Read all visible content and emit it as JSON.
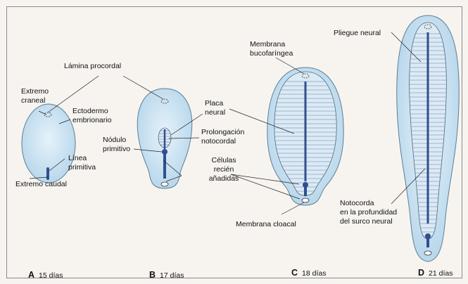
{
  "labels": {
    "lamina_procordal": "Lámina procordal",
    "extremo_craneal_1": "Extremo",
    "extremo_craneal_2": "craneal",
    "ectodermo_1": "Ectodermo",
    "ectodermo_2": "embrionario",
    "linea_primitiva_1": "Línea",
    "linea_primitiva_2": "primitiva",
    "extremo_caudal": "Extremo caudal",
    "nodulo_1": "Nódulo",
    "nodulo_2": "primitivo",
    "placa_neural_1": "Placa",
    "placa_neural_2": "neural",
    "prolongacion_1": "Prolongación",
    "prolongacion_2": "notocordal",
    "celulas_1": "Células",
    "celulas_2": "recién",
    "celulas_3": "añadidas",
    "membrana_buco_1": "Membrana",
    "membrana_buco_2": "bucofaríngea",
    "membrana_cloacal": "Membrana cloacal",
    "pliegue_neural": "Pliegue neural",
    "notocorda_1": "Notocorda",
    "notocorda_2": "en la profundidad",
    "notocorda_3": "del surco neural"
  },
  "stages": [
    {
      "letter": "A",
      "days": "15 días"
    },
    {
      "letter": "B",
      "days": "17 días"
    },
    {
      "letter": "C",
      "days": "18 días"
    },
    {
      "letter": "D",
      "days": "21 días"
    }
  ],
  "colors": {
    "disc_fill": "#c7e0f0",
    "disc_stroke": "#5a7e95",
    "plate_fill": "#dbeaf4",
    "notochord": "#2f4f8f",
    "neural_lines": "#6a7fa8"
  }
}
